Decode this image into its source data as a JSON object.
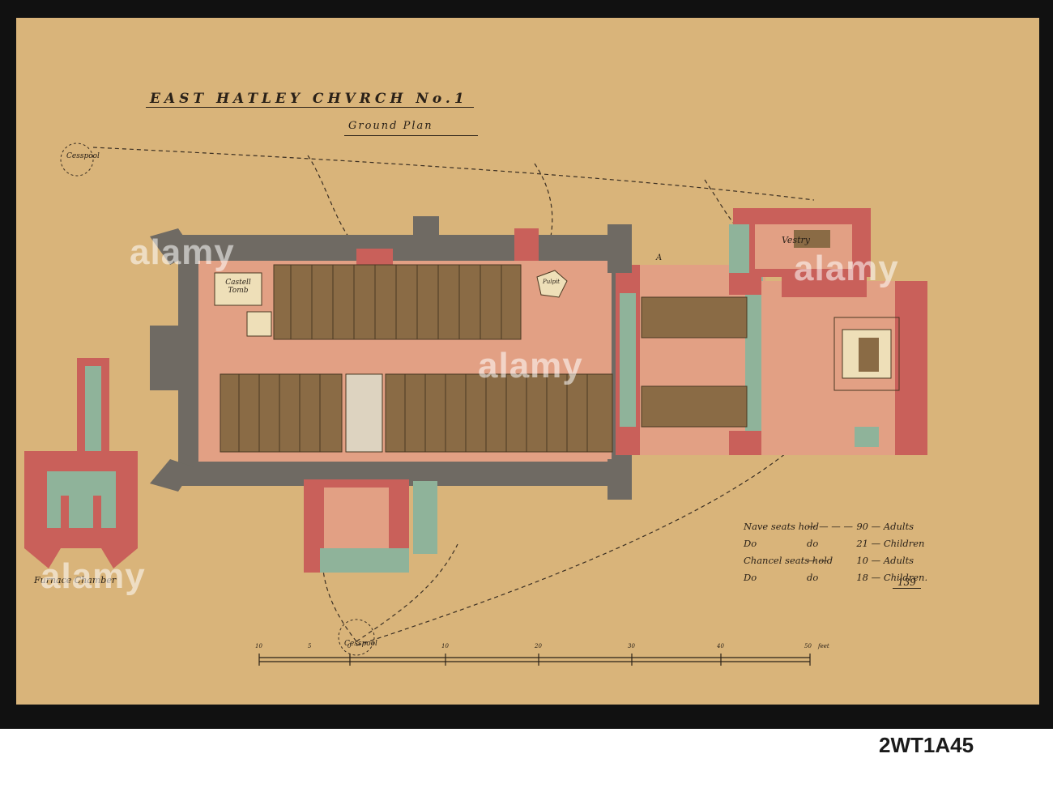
{
  "drawing": {
    "title": "EAST HATLEY CHVRCH No.1",
    "subtitle": "Ground Plan",
    "labels": {
      "cesspool_top": "Cesspool",
      "cesspool_bottom": "Cesspool",
      "vestry": "Vestry",
      "cutlet_tomb": "Castell Tomb",
      "pulpit": "Pulpit",
      "furnace_chamber": "Furnace Chamber",
      "mark_a": "A"
    },
    "seating": [
      {
        "part": "Nave seats hold",
        "sep": "— — — —",
        "count": "90",
        "group": "Adults"
      },
      {
        "part": "Do",
        "sep": "do",
        "count": "21",
        "group": "Children"
      },
      {
        "part": "Chancel seats hold",
        "sep": "— —",
        "count": "10",
        "group": "Adults"
      },
      {
        "part": "Do",
        "sep": "do",
        "count": "18",
        "group": "Children."
      }
    ],
    "seating_total": "139",
    "scale": {
      "ticks": [
        "10",
        "5",
        "0",
        "10",
        "20",
        "30",
        "40",
        "50"
      ],
      "unit": "feet"
    },
    "colors": {
      "paper": "#d9b47a",
      "old_wall": "#6f6a63",
      "new_brick": "#c9605a",
      "green": "#8fb39a",
      "pink_floor": "#e2a084",
      "pews": "#8a6b45"
    }
  },
  "watermark": "alamy",
  "footer": {
    "stock_id": "2WT1A45"
  }
}
